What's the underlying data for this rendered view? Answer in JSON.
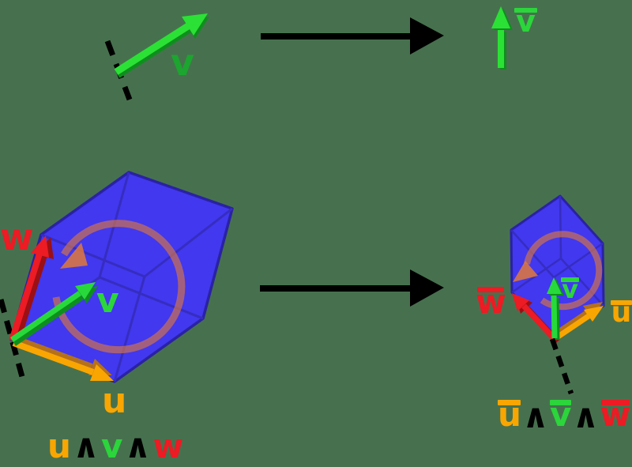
{
  "background_color": "#47714E",
  "colors": {
    "u_orange": "#F9A602",
    "v_green": "#2BD53B",
    "w_red": "#EC1B24",
    "volume_blue": "#4138EF",
    "edge_blue": "#2A22A3",
    "rotation_arc_orange": "#E07939",
    "map_arrow_black": "#000000"
  },
  "top_row": {
    "vector_label": "v",
    "transformed_vector_label": "v"
  },
  "left_parallelepiped": {
    "u_label": "u",
    "v_label": "v",
    "w_label": "w"
  },
  "right_parallelepiped": {
    "u_label": "u",
    "v_label": "v",
    "w_label": "w"
  },
  "formula_left": {
    "u": "u",
    "wedge1": "∧",
    "v": "v",
    "wedge2": "∧",
    "w": "w"
  },
  "formula_right": {
    "u": "u",
    "wedge1": "∧",
    "v": "v",
    "wedge2": "∧",
    "w": "w"
  }
}
